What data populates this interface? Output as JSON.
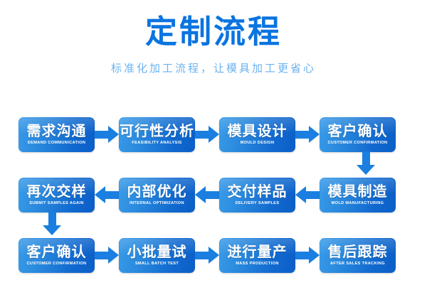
{
  "header": {
    "title": "定制流程",
    "subtitle": "标准化加工流程，让模具加工更省心",
    "title_color": "#0a74e0",
    "subtitle_color": "#6ab2ef"
  },
  "theme": {
    "box_gradient_start": "#3a9be8",
    "box_gradient_end": "#0b5ec7",
    "arrow_color": "#1a7fe0",
    "background": "#ffffff",
    "box_text_color": "#ffffff"
  },
  "flow": {
    "rows": [
      {
        "direction": "right",
        "steps": [
          {
            "cn": "需求沟通",
            "en": "DEMAND COMMUNICATION"
          },
          {
            "cn": "可行性分析",
            "en": "FEASIBILITY ANALYSIS"
          },
          {
            "cn": "模具设计",
            "en": "MOULD DESIGN"
          },
          {
            "cn": "客户确认",
            "en": "CUSTOMER CONFIRMATION"
          }
        ]
      },
      {
        "direction": "left",
        "steps": [
          {
            "cn": "再次交样",
            "en": "SUBMIT SAMPLES AGAIN"
          },
          {
            "cn": "内部优化",
            "en": "INTERNAL OPTIMIZATION"
          },
          {
            "cn": "交付样品",
            "en": "DELIVERY SAMPLES"
          },
          {
            "cn": "模具制造",
            "en": "MOLD MANUFACTURING"
          }
        ]
      },
      {
        "direction": "right",
        "steps": [
          {
            "cn": "客户确认",
            "en": "CUSTOMER CONFIRMATION"
          },
          {
            "cn": "小批量试",
            "en": "SMALL BATCH TEST"
          },
          {
            "cn": "进行量产",
            "en": "MASS PRODUCTION"
          },
          {
            "cn": "售后跟踪",
            "en": "AFTER SALES TRACKING"
          }
        ]
      }
    ],
    "connectors": [
      {
        "name": "row1-to-row2-connector",
        "icon": "arrow-down-icon",
        "position": "right"
      },
      {
        "name": "row2-to-row3-connector",
        "icon": "arrow-down-icon",
        "position": "left"
      }
    ]
  }
}
